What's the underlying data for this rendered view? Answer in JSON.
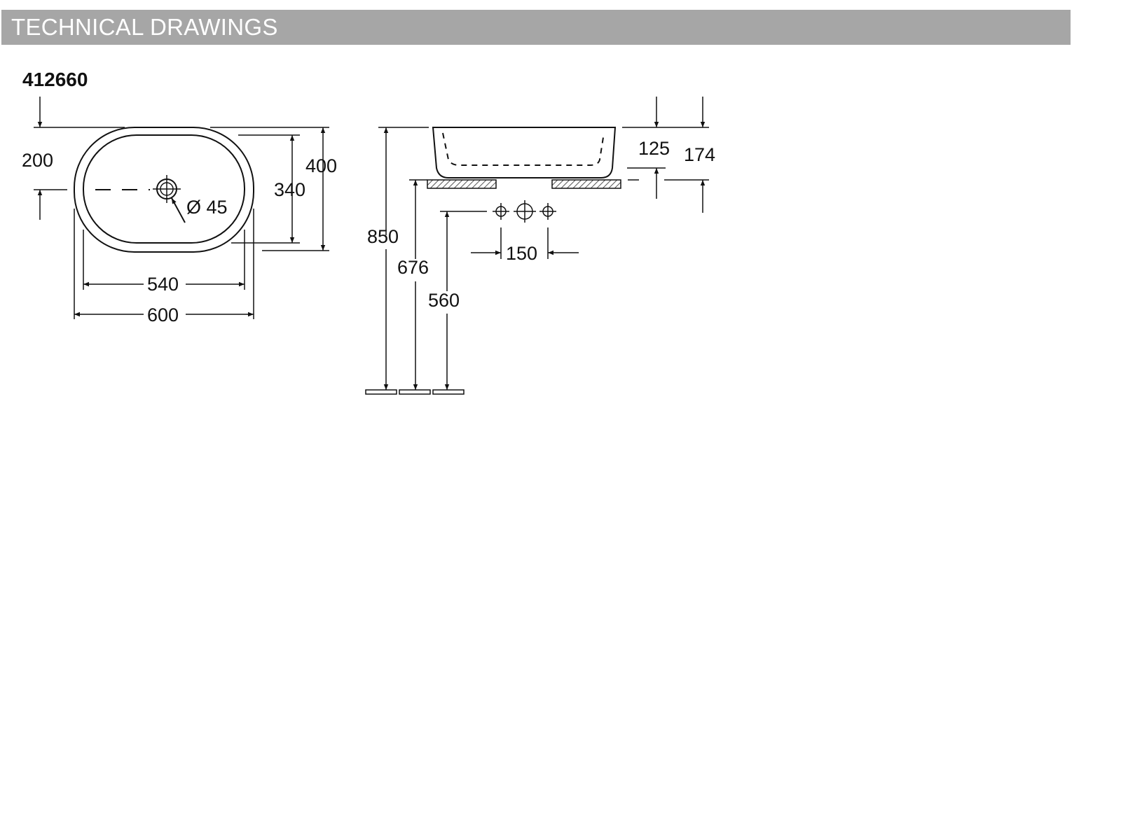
{
  "header": {
    "title": "TECHNICAL DRAWINGS"
  },
  "article_number": "412660",
  "plan_view": {
    "dims": {
      "depth_to_tap": "200",
      "inner_depth": "340",
      "outer_depth": "400",
      "drain_diameter": "Ø 45",
      "inner_width": "540",
      "outer_width": "600"
    }
  },
  "side_view": {
    "dims": {
      "install_height": "850",
      "counter_height": "676",
      "supply_height": "560",
      "tap_spacing": "150",
      "basin_height": "125",
      "total_height": "174"
    }
  },
  "colors": {
    "header_bg": "#a6a6a6",
    "header_text": "#ffffff",
    "line": "#111111"
  }
}
